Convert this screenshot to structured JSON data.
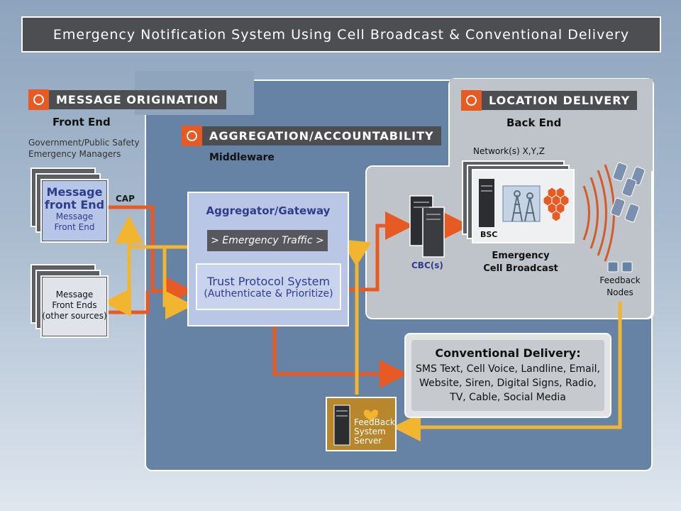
{
  "title": "Emergency Notification System Using Cell Broadcast & Conventional Delivery",
  "origination": {
    "header": "MESSAGE ORIGINATION",
    "sub": "Front End",
    "managers_line1": "Government/Public Safety",
    "managers_line2": "Emergency Managers",
    "front_end_title_1": "Message",
    "front_end_title_2": "front End",
    "front_end_sub_1": "Message",
    "front_end_sub_2": "Front End",
    "other_1": "Message",
    "other_2": "Front Ends",
    "other_3": "(other sources)",
    "cap": "CAP"
  },
  "aggregation": {
    "header": "AGGREGATION/ACCOUNTABILITY",
    "sub": "Middleware",
    "gateway": "Aggregator/Gateway",
    "traffic": "> Emergency Traffic >",
    "trust_1": "Trust Protocol System",
    "trust_2": "(Authenticate & Prioritize)"
  },
  "location": {
    "header": "LOCATION DELIVERY",
    "sub": "Back End",
    "networks": "Network(s) X,Y,Z",
    "bsc": "BSC",
    "cbc": "CBC(s)",
    "broadcast_1": "Emergency",
    "broadcast_2": "Cell Broadcast",
    "feedback_1": "Feedback",
    "feedback_2": "Nodes"
  },
  "conventional": {
    "title": "Conventional Delivery:",
    "line1": "SMS Text, Cell Voice, Landline, Email,",
    "line2": "Website, Siren, Digital Signs, Radio,",
    "line3": "TV, Cable, Social Media"
  },
  "feedback_server": {
    "line1": "FeedBack",
    "line2": "System",
    "line3": "Server"
  },
  "colors": {
    "orange": "#e85a24",
    "yellow": "#f2b530",
    "panel_blue": "#6683a6",
    "dark_label": "#4c4e52"
  }
}
